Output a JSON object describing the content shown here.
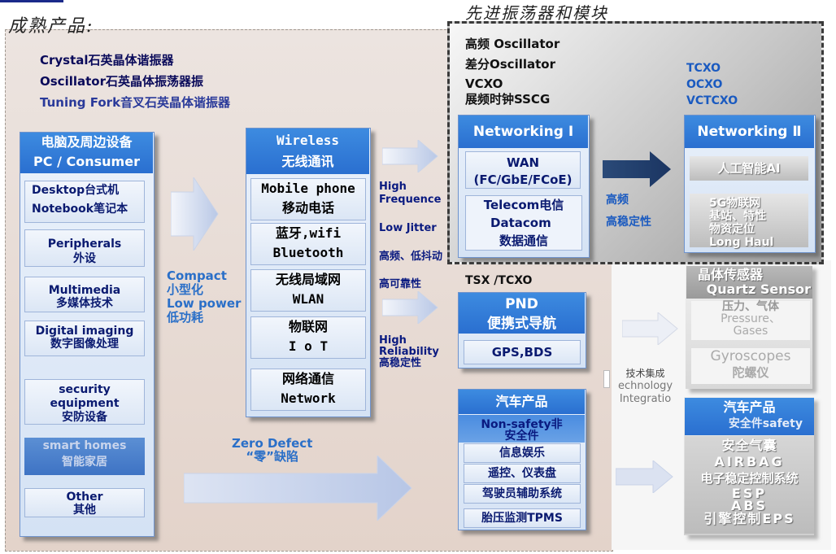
{
  "titles": {
    "mature": "成熟产品:",
    "advanced": "先进振荡器和模块"
  },
  "product_lines": [
    "Crystal石英晶体谐振器",
    "Oscillator石英晶体振荡器振",
    "Tuning Fork音叉石英晶体谐振器"
  ],
  "pc": {
    "header_cn": "电脑及周边设备",
    "header_en": "PC / Consumer",
    "items": [
      {
        "l1": "Desktop台式机",
        "l2": "Notebook笔记本"
      },
      {
        "l1": "Peripherals",
        "l2": "外设"
      },
      {
        "l1": "Multimedia",
        "l2": "多媒体技术"
      },
      {
        "l1": "Digital imaging",
        "l2": "数字图像处理"
      },
      {
        "l1": "security",
        "l2": "equipment",
        "l3": "安防设备"
      },
      {
        "l1": "smart homes",
        "l2": "智能家居"
      },
      {
        "l1": "Other",
        "l2": "其他"
      }
    ]
  },
  "compact": {
    "l1": "Compact",
    "l2": "小型化",
    "l3": "Low power",
    "l4": "低功耗"
  },
  "wireless": {
    "header_en": "Wireless",
    "header_cn": "无线通讯",
    "items": [
      {
        "l1": "Mobile phone",
        "l2": "移动电话"
      },
      {
        "l1": "蓝牙,wifi",
        "l2": "Bluetooth"
      },
      {
        "l1": "无线局域网",
        "l2": "WLAN"
      },
      {
        "l1": "物联网",
        "l2": "I o T"
      },
      {
        "l1": "网络通信",
        "l2": "Network"
      }
    ]
  },
  "features": [
    "High",
    "Frequence",
    "Low Jitter",
    "高频、低抖动",
    "高可靠性",
    "High",
    "Reliability",
    "高稳定性"
  ],
  "zero_defect": {
    "l1": "Zero Defect",
    "l2": "“零”缺陷"
  },
  "advanced": {
    "list": [
      "高频 Oscillator",
      "差分Oscillator",
      "VCXO",
      "展频时钟SSCG"
    ],
    "tcxo": [
      "TCXO",
      "OCXO",
      "VCTCXO"
    ],
    "net1": {
      "header": "Networking Ⅰ",
      "wan1": "WAN",
      "wan2": "(FC/GbE/FCoE)",
      "l1": "Telecom电信",
      "l2": "Datacom",
      "l3": "数据通信"
    },
    "mid": [
      "高频",
      "高稳定性"
    ],
    "net2": {
      "header": "Networking Ⅱ",
      "ai": "人工智能AI",
      "items": [
        "5G物联网",
        "基站、特性",
        "物资定位",
        "Long Haul"
      ]
    }
  },
  "tsx": "TSX /TCXO",
  "pnd": {
    "header1": "PND",
    "header2": "便携式导航",
    "item": "GPS,BDS"
  },
  "sensor": {
    "header1": "晶体传感器",
    "header2": "Quartz Sensor",
    "p1": "压力、气体",
    "p2": "Pressure、",
    "p3": "Gases",
    "g1": "Gyroscopes",
    "g2": "陀螺仪"
  },
  "tech": {
    "l1": "技术集成",
    "l2": "echnology",
    "l3": "Integratio"
  },
  "auto1": {
    "header": "汽车产品",
    "ns1": "Non-safety非",
    "ns2": "安全件",
    "items": [
      "信息娱乐",
      "遥控、仪表盘",
      "驾驶员辅助系统",
      "胎压监测TPMS"
    ]
  },
  "auto2": {
    "header1": "汽车产品",
    "header2": "安全件safety",
    "items": [
      "安全气囊",
      "AIRBAG",
      "电子稳定控制系统",
      "ESP",
      "ABS",
      "引擎控制EPS"
    ]
  }
}
